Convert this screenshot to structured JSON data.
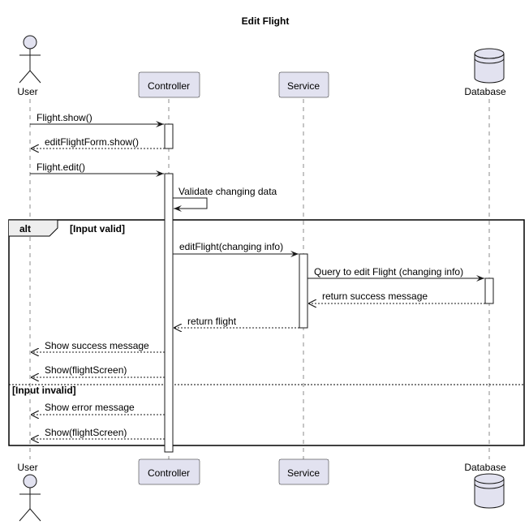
{
  "diagram": {
    "title": "Edit Flight",
    "participants": {
      "user": "User",
      "controller": "Controller",
      "service": "Service",
      "database": "Database"
    },
    "messages": {
      "m1": "Flight.show()",
      "m2": "editFlightForm.show()",
      "m3": "Flight.edit()",
      "m4": "Validate changing data",
      "m5": "editFlight(changing info)",
      "m6": "Query to edit Flight (changing info)",
      "m7": "return success message",
      "m8": "return flight",
      "m9": "Show success message",
      "m10": "Show(flightScreen)",
      "m11": "Show error message",
      "m12": "Show(flightScreen)"
    },
    "alt": {
      "keyword": "alt",
      "guard1": "[Input valid]",
      "guard2": "[Input invalid]"
    }
  },
  "colors": {
    "participant_fill": "#E2E2F0",
    "participant_stroke": "#181818",
    "line": "#181818"
  }
}
